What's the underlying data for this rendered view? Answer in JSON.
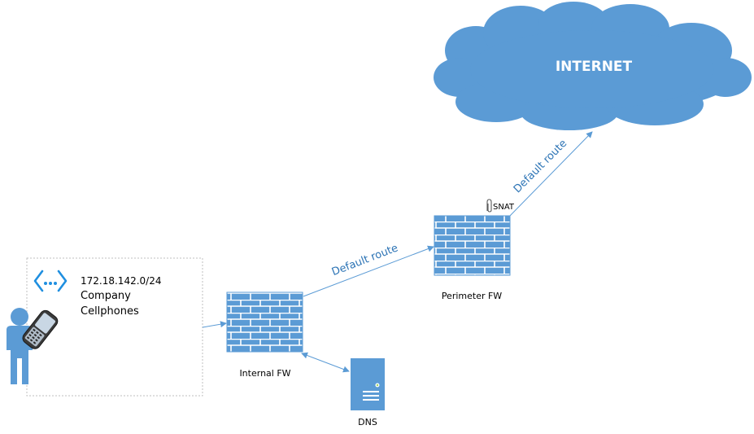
{
  "subnet": {
    "cidr": "172.18.142.0/24",
    "name_line1": "Company",
    "name_line2": "Cellphones"
  },
  "internet": {
    "label": "INTERNET"
  },
  "internal_fw": {
    "label": "Internal FW"
  },
  "perimeter_fw": {
    "label": "Perimeter FW",
    "snat_label": "SNAT"
  },
  "dns": {
    "label": "DNS"
  },
  "routes": {
    "internal_to_perimeter": "Default route",
    "perimeter_to_internet": "Default route"
  },
  "colors": {
    "accent": "#5B9BD5",
    "text": "#000000",
    "route_text": "#2E75B6",
    "cloud_text": "#FFFFFF",
    "dotted_border": "#BFBFBF"
  },
  "icons": {
    "subnet": "subnet-icon",
    "user": "user-icon",
    "phone": "cellphone-icon",
    "firewall": "firewall-icon",
    "server": "server-icon",
    "cloud": "cloud-icon",
    "paperclip": "paperclip-icon"
  }
}
